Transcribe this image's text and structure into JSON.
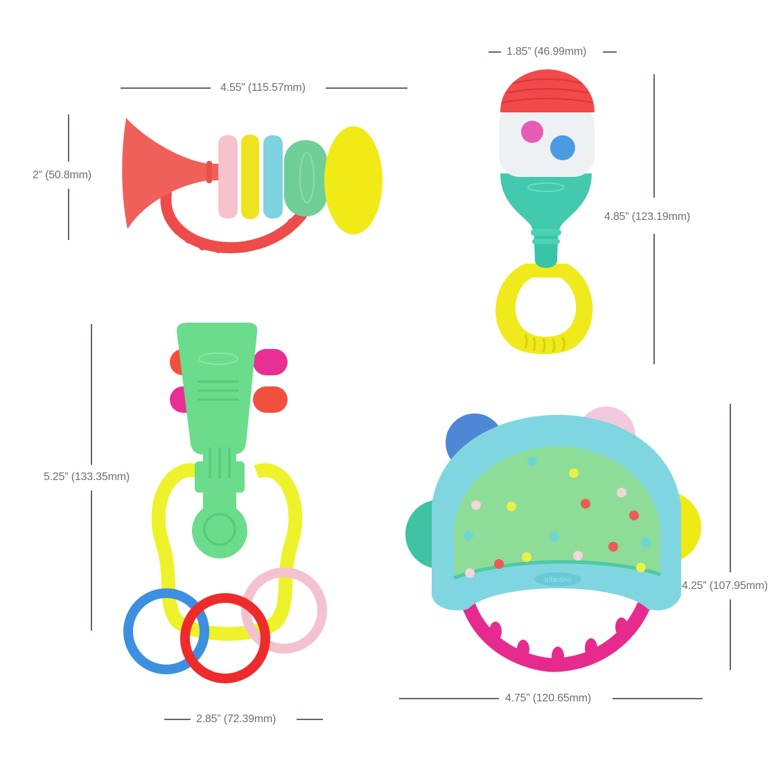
{
  "title": "Product dimensions diagram - baby musical teether set",
  "colors": {
    "dimension_line": "#5f6670",
    "dimension_text": "#6d6e71",
    "background": "#ffffff"
  },
  "items": [
    {
      "name": "trumpet",
      "width_label": "4.55” (115.57mm)",
      "height_label": "2” (50.8mm)"
    },
    {
      "name": "maraca",
      "width_label": "1.85” (46.99mm)",
      "height_label": "4.85” (123.19mm)"
    },
    {
      "name": "guitar",
      "width_label": "2.85” (72.39mm)",
      "height_label": "5.25” (133.35mm)"
    },
    {
      "name": "tambourine",
      "width_label": "4.75” (120.65mm)",
      "height_label": "4.25” (107.95mm)"
    }
  ],
  "brand_mark": "Infantino"
}
